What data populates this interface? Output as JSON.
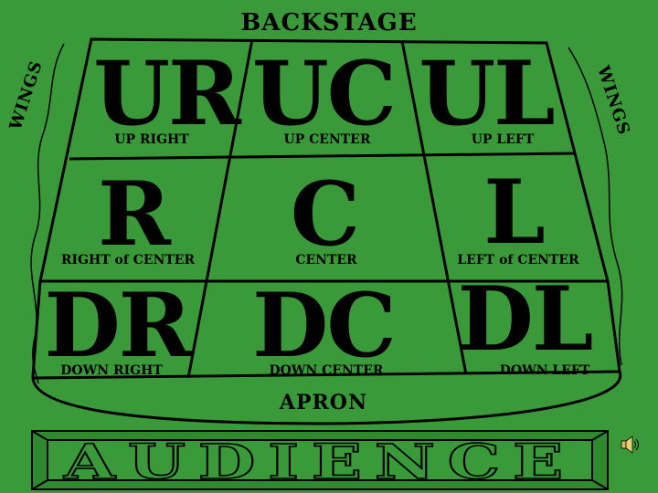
{
  "colors": {
    "background": "#3a9a3a",
    "line": "#000000"
  },
  "labels": {
    "backstage": "BACKSTAGE",
    "wings_left": "WINGS",
    "wings_right": "WINGS",
    "apron": "APRON",
    "audience": "AUDIENCE"
  },
  "areas": [
    {
      "abbr": "UR",
      "name": "UP RIGHT"
    },
    {
      "abbr": "UC",
      "name": "UP CENTER"
    },
    {
      "abbr": "UL",
      "name": "UP LEFT"
    },
    {
      "abbr": "R",
      "name": "RIGHT of CENTER"
    },
    {
      "abbr": "C",
      "name": "CENTER"
    },
    {
      "abbr": "L",
      "name": "LEFT of CENTER"
    },
    {
      "abbr": "DR",
      "name": "DOWN RIGHT"
    },
    {
      "abbr": "DC",
      "name": "DOWN CENTER"
    },
    {
      "abbr": "DL",
      "name": "DOWN LEFT"
    }
  ],
  "icons": {
    "speaker": "speaker-icon"
  }
}
